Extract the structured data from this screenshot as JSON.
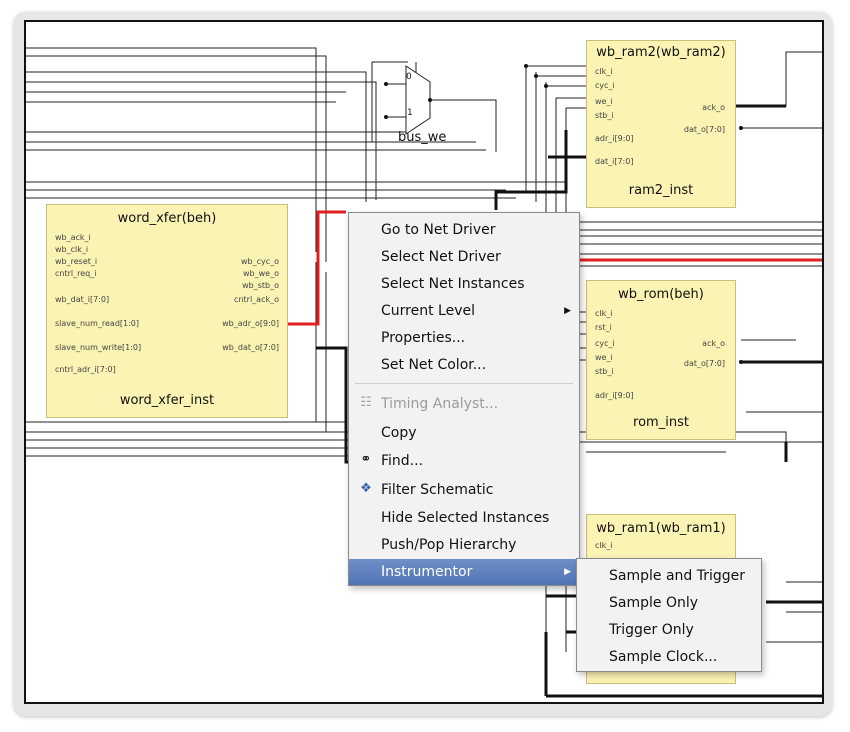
{
  "blocks": {
    "word_xfer": {
      "title": "word_xfer(beh)",
      "instance": "word_xfer_inst",
      "inputs": [
        "wb_ack_i",
        "wb_clk_i",
        "wb_reset_i",
        "cntrl_req_i",
        "wb_dat_i[7:0]",
        "slave_num_read[1:0]",
        "slave_num_write[1:0]",
        "cntrl_adr_i[7:0]"
      ],
      "outputs": [
        "wb_cyc_o",
        "wb_we_o",
        "wb_stb_o",
        "cntrl_ack_o",
        "wb_adr_o[9:0]",
        "wb_dat_o[7:0]"
      ]
    },
    "ram2": {
      "title": "wb_ram2(wb_ram2)",
      "instance": "ram2_inst",
      "inputs": [
        "clk_i",
        "cyc_i",
        "we_i",
        "stb_i",
        "adr_i[9:0]",
        "dat_i[7:0]"
      ],
      "outputs": [
        "ack_o",
        "dat_o[7:0]"
      ]
    },
    "rom": {
      "title": "wb_rom(beh)",
      "instance": "rom_inst",
      "inputs": [
        "clk_i",
        "rst_i",
        "cyc_i",
        "we_i",
        "stb_i",
        "adr_i[9:0]"
      ],
      "outputs": [
        "ack_o",
        "dat_o[7:0]"
      ]
    },
    "ram1": {
      "title": "wb_ram1(wb_ram1)",
      "inputs": [
        "clk_i"
      ]
    }
  },
  "mux": {
    "label": "bus_we",
    "in0": "0",
    "in1": "1"
  },
  "context_menu": {
    "items": [
      {
        "label": "Go to Net Driver",
        "enabled": true
      },
      {
        "label": "Select Net Driver",
        "enabled": true
      },
      {
        "label": "Select Net Instances",
        "enabled": true
      },
      {
        "label": "Current Level",
        "enabled": true,
        "submenu": true
      },
      {
        "label": "Properties...",
        "enabled": true
      },
      {
        "label": "Set Net Color...",
        "enabled": true
      },
      {
        "label": "Timing Analyst...",
        "enabled": false,
        "icon": "timing-analyst-icon"
      },
      {
        "label": "Copy",
        "enabled": true
      },
      {
        "label": "Find...",
        "enabled": true,
        "icon": "binoculars-icon"
      },
      {
        "label": "Filter Schematic",
        "enabled": true,
        "icon": "filter-schematic-icon"
      },
      {
        "label": "Hide Selected Instances",
        "enabled": true
      },
      {
        "label": "Push/Pop Hierarchy",
        "enabled": true
      },
      {
        "label": "Instrumentor",
        "enabled": true,
        "submenu": true,
        "active": true
      }
    ]
  },
  "instrumentor_submenu": {
    "items": [
      {
        "label": "Sample and Trigger"
      },
      {
        "label": "Sample Only"
      },
      {
        "label": "Trigger Only"
      },
      {
        "label": "Sample Clock..."
      }
    ]
  },
  "colors": {
    "block_fill": "#fbf3b3",
    "selected_net": "#e02020",
    "menu_highlight": "#5a7dbf"
  }
}
